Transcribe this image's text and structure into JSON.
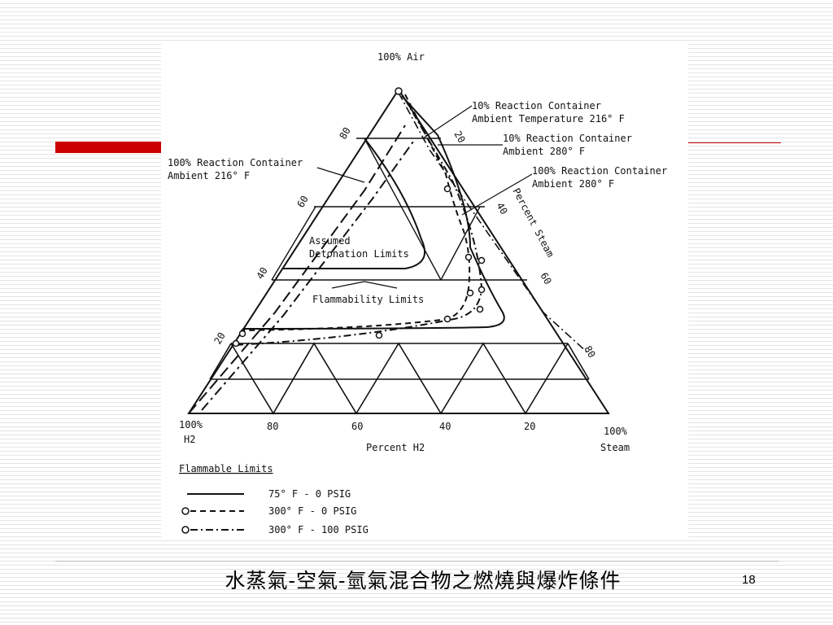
{
  "slide": {
    "title": "水蒸氣-空氣-氫氣混合物之燃燒與爆炸條件",
    "page_number": "18"
  },
  "diagram": {
    "apex_labels": {
      "top": "100% Air",
      "bottom_left_1": "100%",
      "bottom_left_2": "H2",
      "bottom_right_1": "100%",
      "bottom_right_2": "Steam"
    },
    "axis_titles": {
      "bottom": "Percent H2",
      "right": "Percent Steam"
    },
    "bottom_ticks": [
      "80",
      "60",
      "40",
      "20"
    ],
    "left_ticks": [
      "80",
      "60",
      "40",
      "20"
    ],
    "right_ticks": [
      "20",
      "40",
      "60",
      "80"
    ],
    "annotations": {
      "a1_line1": "10% Reaction Container",
      "a1_line2": "Ambient Temperature 216° F",
      "a2_line1": "10% Reaction Container",
      "a2_line2": "Ambient 280° F",
      "a3_line1": "100% Reaction Container",
      "a3_line2": "Ambient 216° F",
      "a4_line1": "100% Reaction Container",
      "a4_line2": "Ambient 280° F",
      "detonation_1": "Assumed",
      "detonation_2": "Detonation Limits",
      "flammability": "Flammability Limits"
    },
    "legend": {
      "title": "Flammable Limits",
      "items": [
        "75° F - 0 PSIG",
        "300° F - 0 PSIG",
        "300° F - 100 PSIG"
      ]
    }
  }
}
